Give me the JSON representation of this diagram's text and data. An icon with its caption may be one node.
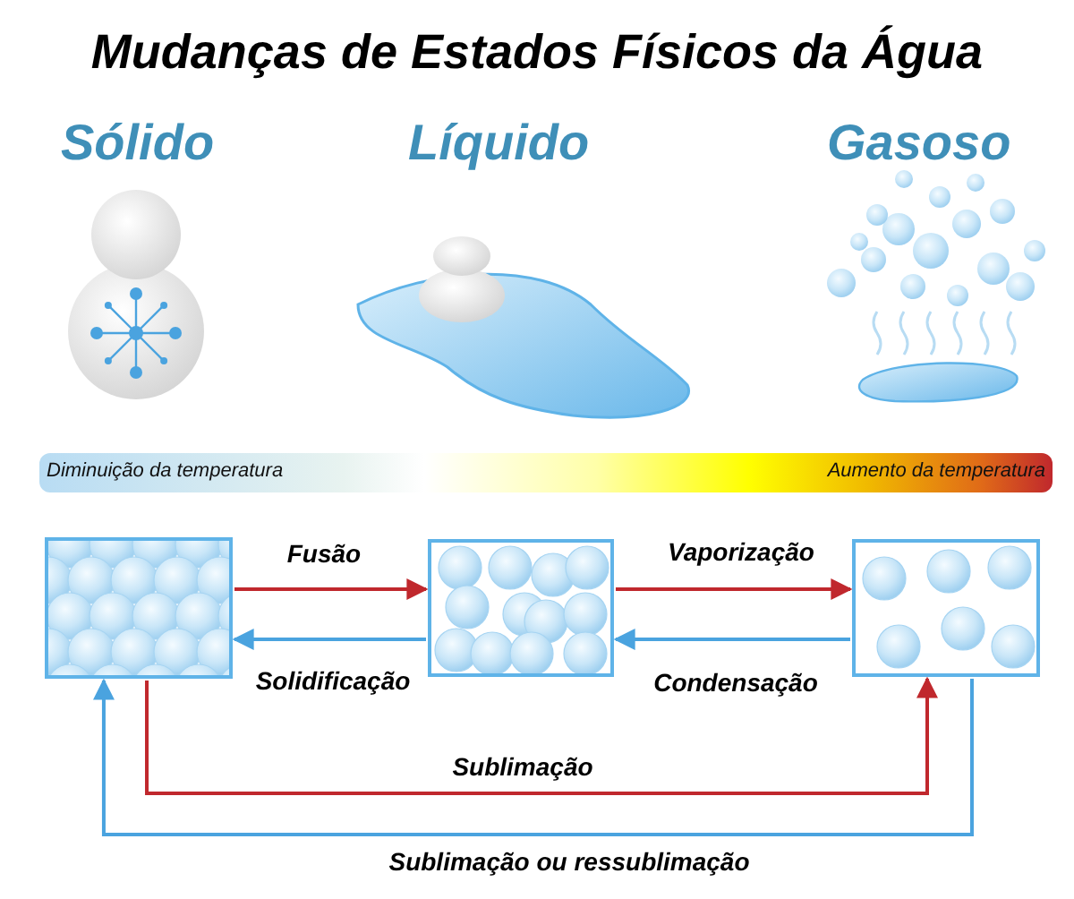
{
  "diagram": {
    "title": "Mudanças de Estados Físicos da Água",
    "nodes": [
      {
        "text": [],
        "shape": "box"
      },
      {
        "text": [],
        "shape": "box"
      },
      {
        "text": [],
        "shape": "box"
      }
    ],
    "edges": [
      {
        "from": 0,
        "to": 1,
        "arrow": "to",
        "label": "Fusão",
        "color": "#c0282d"
      },
      {
        "from": 1,
        "to": 0,
        "arrow": "to",
        "label": "Solidificação",
        "color": "#4aa3df"
      },
      {
        "from": 1,
        "to": 2,
        "arrow": "to",
        "label": "Vaporização",
        "color": "#c0282d"
      },
      {
        "from": 2,
        "to": 1,
        "arrow": "to",
        "label": "Condensação",
        "color": "#4aa3df"
      },
      {
        "from": 0,
        "to": 2,
        "arrow": "to",
        "label": "Sublimação",
        "color": "#c0282d"
      },
      {
        "from": 2,
        "to": 0,
        "arrow": "to",
        "label": "Sublimação ou ressublimação",
        "color": "#4aa3df"
      }
    ],
    "labels": [
      "Sólido",
      "Líquido",
      "Gasoso",
      "Diminuição da temperatura",
      "Aumento da temperatura"
    ]
  }
}
